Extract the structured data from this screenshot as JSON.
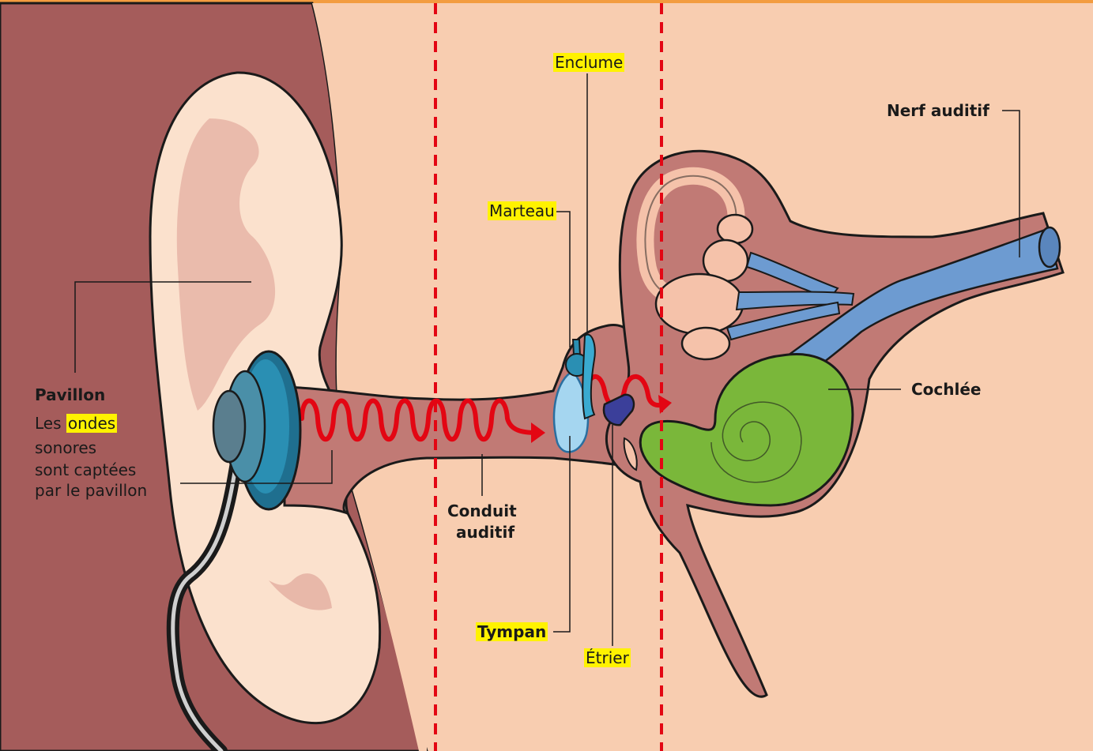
{
  "labels": {
    "pavillon_title": "Pavillon",
    "pavillon_desc_pre": "Les ",
    "pavillon_desc_hl": "ondes",
    "pavillon_desc_line2": "sonores",
    "pavillon_desc_line3": "sont captées",
    "pavillon_desc_line4": "par le pavillon",
    "conduit_line1": "Conduit",
    "conduit_line2": "auditif",
    "tympan": "Tympan",
    "marteau": "Marteau",
    "enclume": "Enclume",
    "etrier": "Étrier",
    "cochlee": "Cochlée",
    "nerf": "Nerf auditif"
  },
  "colors": {
    "skin": "#f8cdb0",
    "ear": "#fbe1cd",
    "dark": "#a55c5b",
    "tissue": "#c17a75",
    "inner": "#f5c2aa",
    "cochlea": "#7ab73a",
    "nerve": "#6d9bd1",
    "wave": "#e30613",
    "highlight": "#fff200",
    "topbar": "#f39c40",
    "device": "#2a8fb3"
  }
}
